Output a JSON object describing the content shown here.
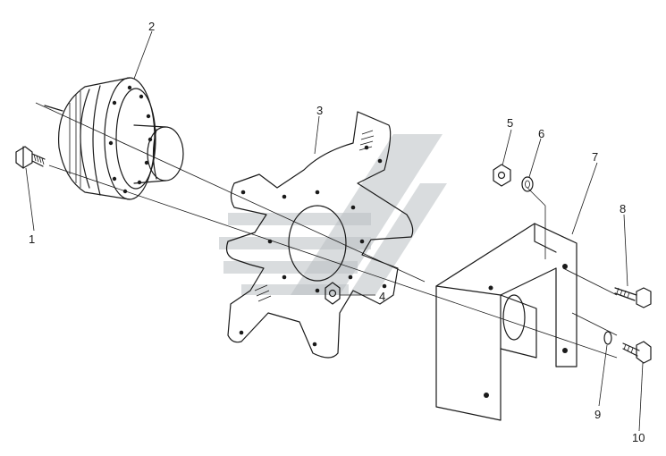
{
  "colors": {
    "ink": "#1a1a1a",
    "watermark": "#b9bfc2",
    "paper": "#ffffff"
  },
  "callouts": [
    {
      "id": "1",
      "text": "1"
    },
    {
      "id": "2",
      "text": "2"
    },
    {
      "id": "3",
      "text": "3"
    },
    {
      "id": "4",
      "text": "4"
    },
    {
      "id": "5",
      "text": "5"
    },
    {
      "id": "6",
      "text": "6"
    },
    {
      "id": "7",
      "text": "7"
    },
    {
      "id": "8",
      "text": "8"
    },
    {
      "id": "9",
      "text": "9"
    },
    {
      "id": "10",
      "text": "10"
    }
  ]
}
